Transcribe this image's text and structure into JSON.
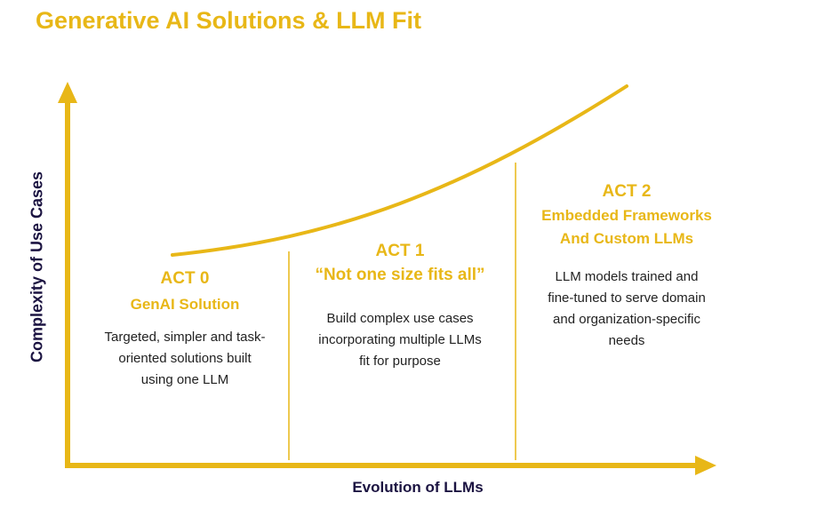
{
  "title": "Generative AI Solutions & LLM Fit",
  "axes": {
    "y_label": "Complexity of Use Cases",
    "x_label": "Evolution of LLMs"
  },
  "colors": {
    "accent": "#E8B717",
    "axis_text": "#1B1341",
    "body_text": "#222222"
  },
  "acts": [
    {
      "heading": "ACT 0",
      "subtitle": "GenAI Solution",
      "description": [
        "Targeted, simpler and task-",
        "oriented solutions built",
        "using one LLM"
      ]
    },
    {
      "heading": "ACT 1",
      "subtitle": "“Not one size fits all”",
      "description": [
        "Build complex use cases",
        "incorporating multiple LLMs",
        "fit for purpose"
      ]
    },
    {
      "heading": "ACT 2",
      "subtitle": [
        "Embedded Frameworks",
        "And Custom LLMs"
      ],
      "description": [
        "LLM models trained and",
        "fine-tuned to serve domain",
        "and organization-specific",
        "needs"
      ]
    }
  ]
}
